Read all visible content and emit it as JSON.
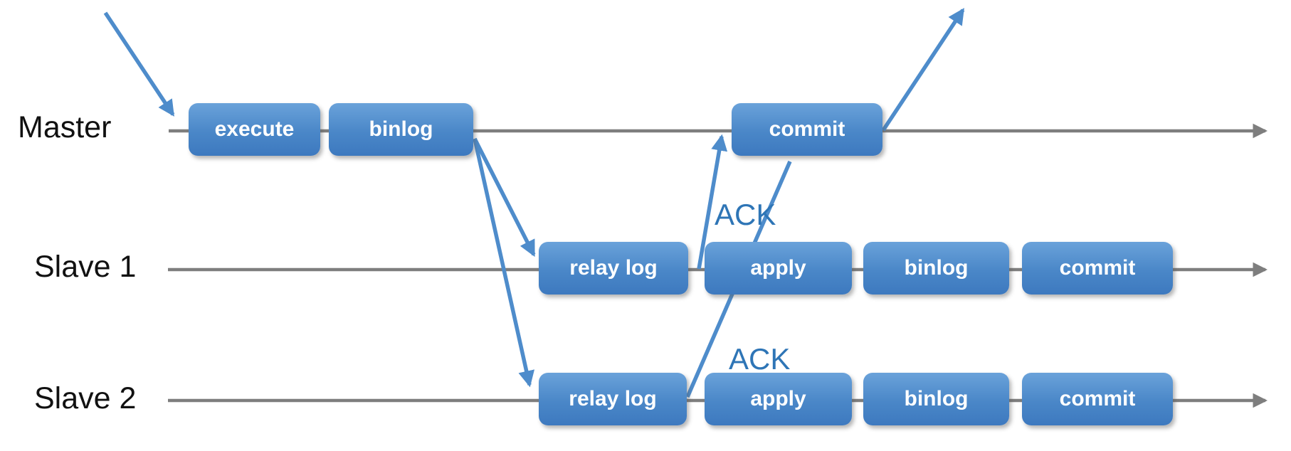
{
  "lanes": [
    {
      "label": "Master",
      "boxes": [
        {
          "label": "execute"
        },
        {
          "label": "binlog"
        },
        {
          "label": "commit"
        }
      ]
    },
    {
      "label": "Slave 1",
      "boxes": [
        {
          "label": "relay log"
        },
        {
          "label": "apply"
        },
        {
          "label": "binlog"
        },
        {
          "label": "commit"
        }
      ]
    },
    {
      "label": "Slave 2",
      "boxes": [
        {
          "label": "relay log"
        },
        {
          "label": "apply"
        },
        {
          "label": "binlog"
        },
        {
          "label": "commit"
        }
      ]
    }
  ],
  "annotations": [
    {
      "label": "ACK"
    },
    {
      "label": "ACK"
    }
  ],
  "colors": {
    "box_gradient_top": "#6aa2da",
    "box_gradient_mid": "#4a87c8",
    "box_gradient_bottom": "#3d79bf",
    "arrow_blue": "#4e8ccb",
    "timeline_gray": "#7e7e7e",
    "ack_text": "#2e75b6",
    "label_text": "#111111",
    "box_text": "#ffffff"
  }
}
